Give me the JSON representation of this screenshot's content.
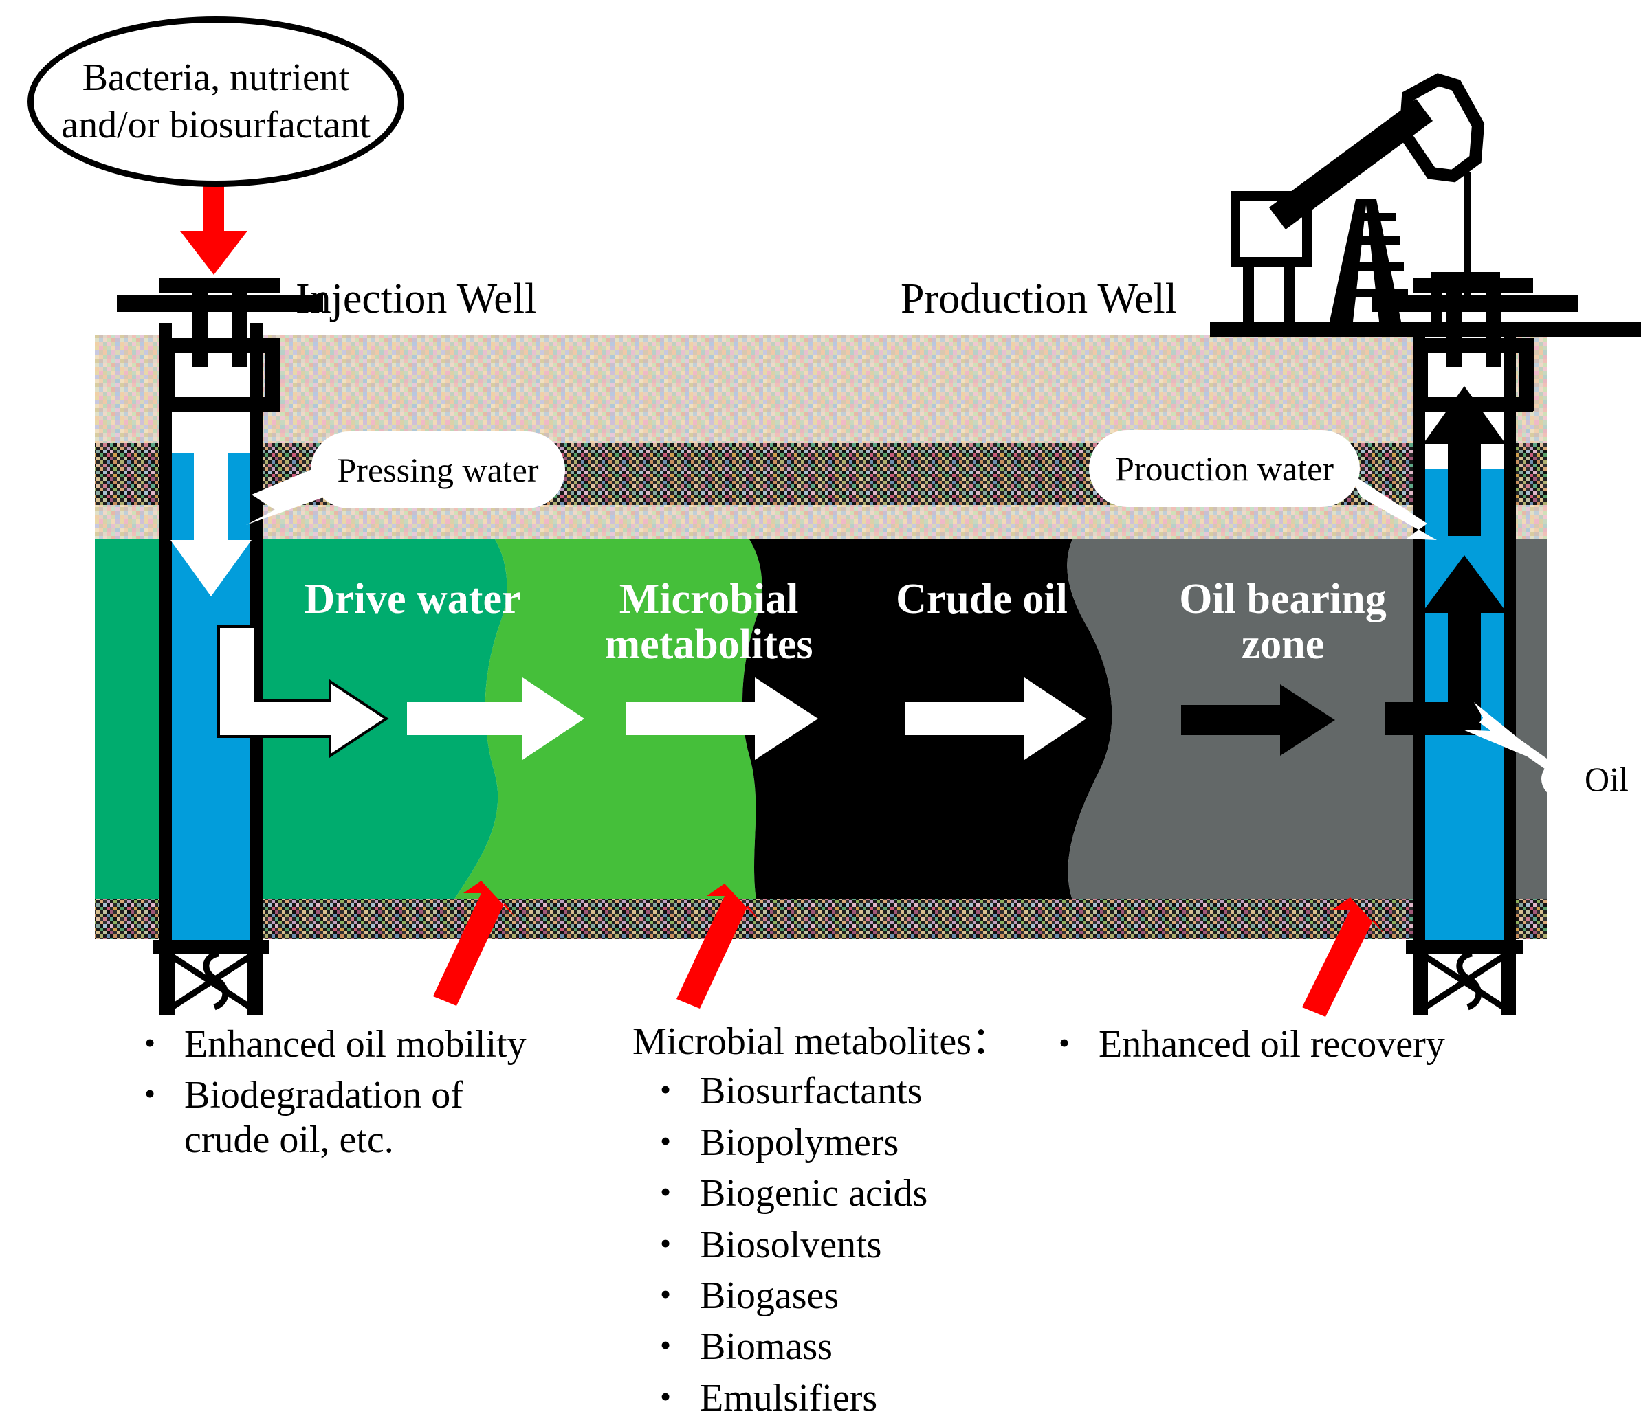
{
  "figure": {
    "title_callout": "Bacteria, nutrient\nand/or biosurfactant",
    "injection_well_label": "Injection Well",
    "production_well_label": "Production Well",
    "pressing_water_label": "Pressing water",
    "production_water_label": "Prouction water",
    "oil_callout_label": "Oil"
  },
  "zones": [
    {
      "key": "drive_water",
      "label": "Drive water",
      "color": "#00ac6e"
    },
    {
      "key": "microbial",
      "label": "Microbial\nmetabolites",
      "color": "#45bf3a"
    },
    {
      "key": "crude_oil",
      "label": "Crude oil",
      "color": "#000000"
    },
    {
      "key": "oil_bearing",
      "label": "Oil bearing\nzone",
      "color": "#636868"
    }
  ],
  "colors": {
    "water_blue": "#029ddb",
    "dark_green": "#00ac6e",
    "bright_green": "#45bf3a",
    "crude_black": "#000000",
    "rock_grey": "#636868",
    "red_arrow": "#ff0000",
    "white": "#ffffff",
    "black": "#000000"
  },
  "bullet_columns": [
    {
      "key": "left",
      "heading": "",
      "items": [
        "Enhanced oil mobility",
        "Biodegradation of\ncrude oil, etc."
      ]
    },
    {
      "key": "middle",
      "heading": "Microbial metabolites：",
      "items": [
        "Biosurfactants",
        "Biopolymers",
        "Biogenic acids",
        "Biosolvents",
        "Biogases",
        "Biomass",
        "Emulsifiers"
      ]
    },
    {
      "key": "right",
      "heading": "",
      "items": [
        "Enhanced oil recovery"
      ]
    }
  ],
  "icons": {
    "pumpjack": "pumpjack-icon",
    "wellhead": "wellhead-icon",
    "valve": "valve-icon",
    "red_down_arrow": "red-down-arrow-icon"
  }
}
